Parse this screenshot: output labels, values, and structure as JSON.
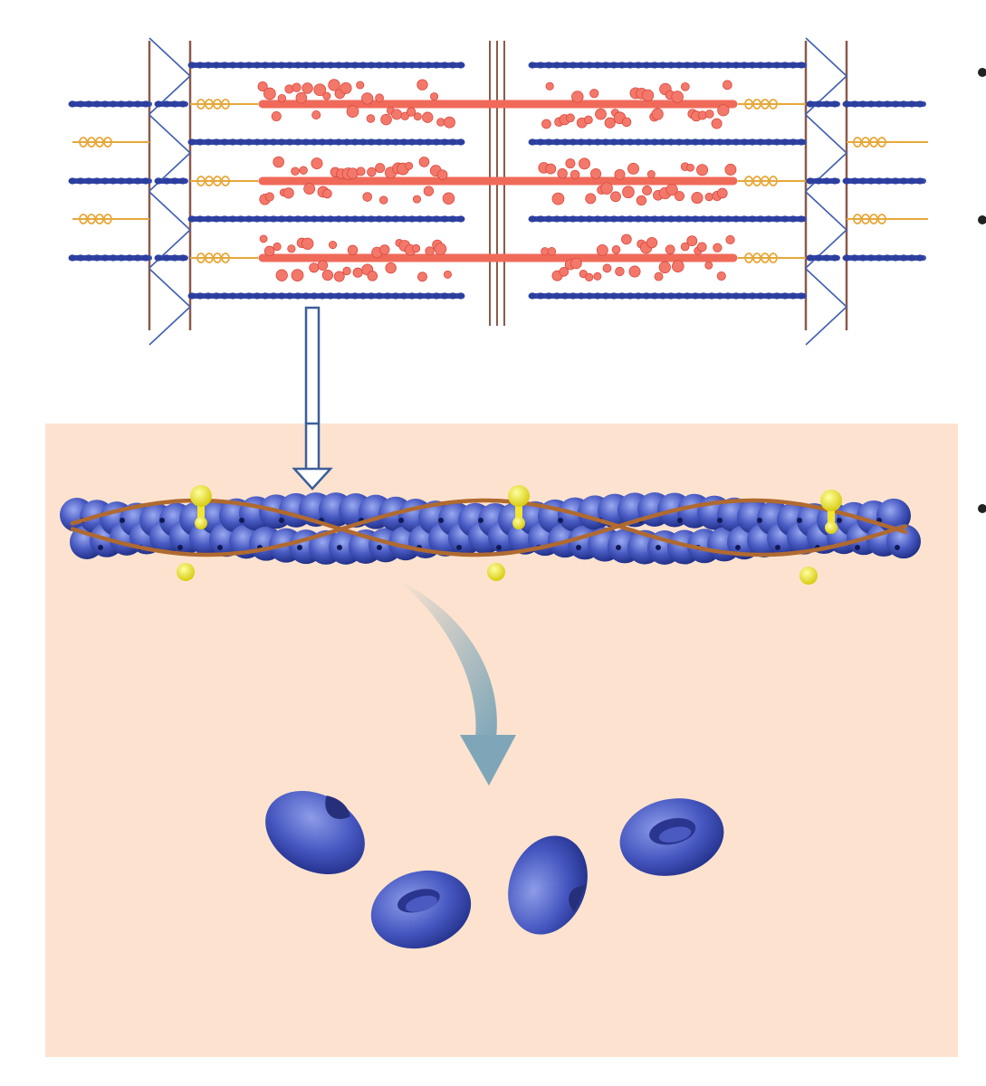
{
  "diagram": {
    "kind": "muscle-sarcomere-to-actin-illustration",
    "colors": {
      "background_panel": "#fde3cf",
      "actin": "#3a4fb0",
      "myosin": "#f06a5a",
      "titin": "#e7a83a",
      "z_disc": "#8a5a4a",
      "tropomyosin": "#b06a30",
      "troponin": "#f2e431",
      "arrow_outline": "#3b5f9a",
      "arrow_curved": "#7ea6b8"
    },
    "icons": [
      "sarcomere-illustration",
      "down-arrow-icon",
      "actin-filament-illustration",
      "curved-arrow-icon",
      "g-actin-monomer-illustration"
    ],
    "bullets_on_right": 3
  }
}
